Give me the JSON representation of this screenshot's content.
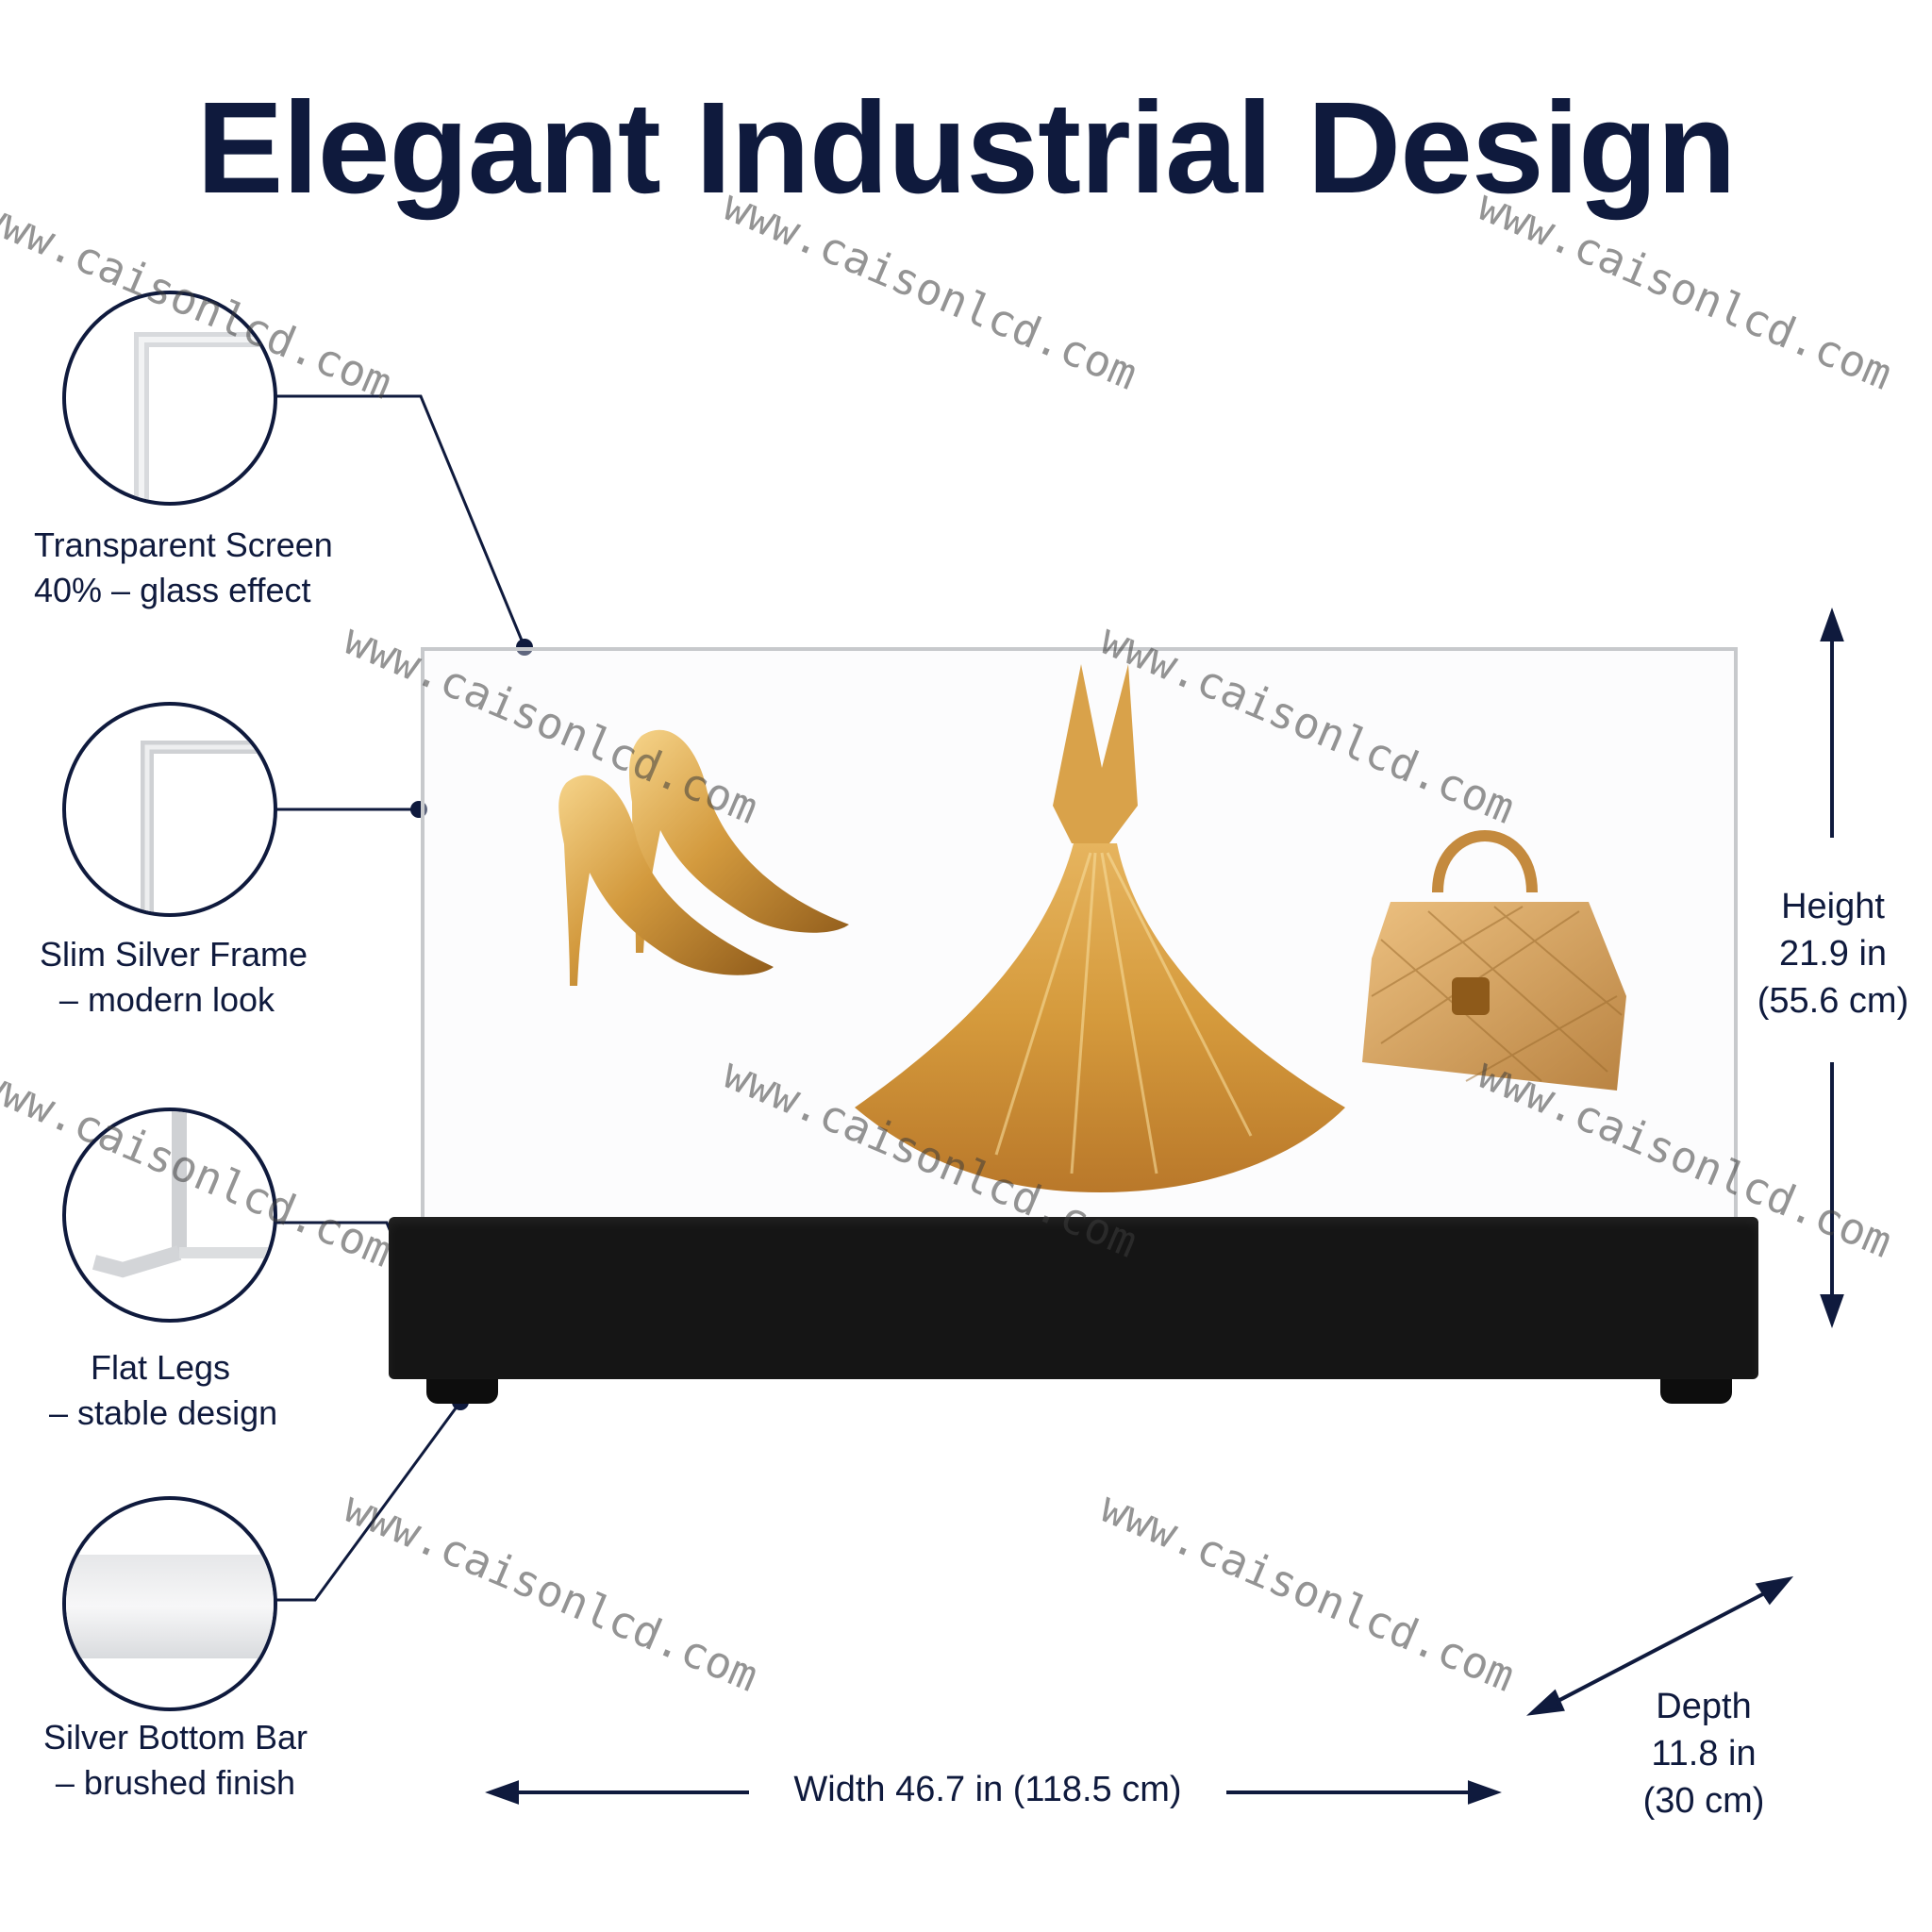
{
  "title": "Elegant Industrial Design",
  "callouts": [
    {
      "line1": "Transparent Screen",
      "line2": "40% – glass effect"
    },
    {
      "line1": "Slim Silver Frame",
      "line2": "– modern look"
    },
    {
      "line1": "Flat Legs",
      "line2": "– stable design"
    },
    {
      "line1": "Silver Bottom Bar",
      "line2": "– brushed finish"
    }
  ],
  "dimensions": {
    "height": {
      "label": "Height",
      "imperial": "21.9 in",
      "metric": "(55.6 cm)"
    },
    "width": {
      "label": "Width 46.7 in (118.5 cm)"
    },
    "depth": {
      "label": "Depth",
      "imperial": "11.8 in",
      "metric": "(30 cm)"
    }
  },
  "watermark": "www.caisonlcd.com",
  "colors": {
    "navy": "#0f1a3d",
    "gold": "#d9a24a",
    "base": "#151515",
    "frame": "#c7c9cc"
  },
  "icons": [
    "shoes-icon",
    "dress-icon",
    "handbag-icon",
    "arrow-icon"
  ]
}
